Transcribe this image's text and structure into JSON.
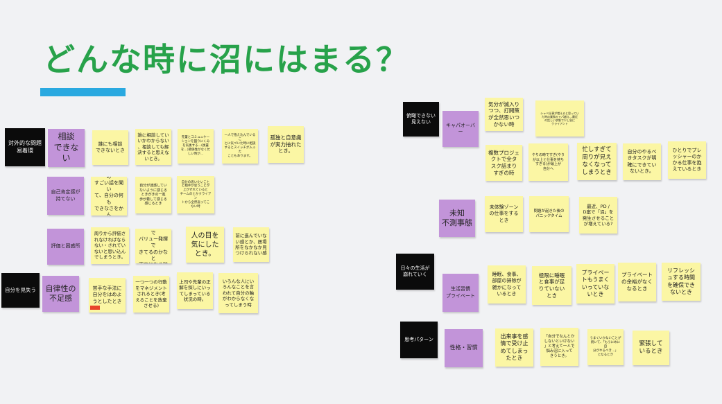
{
  "title": "どんな時に沼にはまる？",
  "colors": {
    "title": "#27a24a",
    "underline": "#2aa9e0",
    "sticky_yellow": "#fbf6a4",
    "sticky_purple": "#c294d9",
    "sticky_black": "#0b0b0b",
    "red_tag": "#e8452c"
  },
  "left": {
    "row1": {
      "header": "対外的な問題\n易着環",
      "category": "相談\nできない",
      "notes": [
        "誰にも相談\nできないとき",
        "誰に相談してい\nいかわからない\n、相談しても解\n決すると思えな\nいとき。",
        "先輩とコミュニケー\nションを図りにくみ\nを気後する…(後輩\nを…)関係性がなく忙\nしい時が…",
        "一人で抱え込んでいるこ\nとに気づいた時に相談\nするとスイッチが入った\nこともあります。",
        "孤独と自意識\nが実力抽れた\nとき。"
      ]
    },
    "row2": {
      "category": "自己肯定感が\n持てない",
      "notes": [
        "すごい人たちの\nすごい話を聞い\nて、自分の何も\nできなさをかん\nじたとき",
        "自分が迷惑してい\nないように感じる\nときがきの一進\n歩が着して感じる\n感じるとき",
        "自分の思いたいこと\nと相手が思うことが\n上がずれていると\nチームのとかクライアン\nトから全然返ってこ\nない時"
      ]
    },
    "row3": {
      "category": "評価と困惑所",
      "notes": [
        "周りから評価さ\nれなければなら\nない・されてい\nないと思い込ん\nでしまうとき。",
        "自分って仕事で\nバリュー発揮で\nきてるのかなと\n不安になる時",
        "人の目を\n気にした\nとき。",
        "前に進んでいな\nい感とか、居場\n所をなかなか見\nつけられない感"
      ]
    },
    "row4": {
      "header": "自分を見失う",
      "category": "自律性の\n不足感",
      "notes": [
        "苦手な手法に\n自分をはめよ\nうとしたとき",
        "一つ一つの行動\nをマネジメント\nされるとき(考\nえることを放棄\nさせる)",
        "上司や先輩の正\n解を探しにいっ\nてしまっている\n状況の時。",
        "いろんな人にい\nろんなことを言\nわれて自分の軸\nがわからなくな\nってしまう時"
      ]
    }
  },
  "right": {
    "row1": {
      "header": "俯瞰できない\n見えない",
      "category": "キャパオーバー",
      "notes_top": [
        "気分が滅入り\nつつ、打開策\nが全然思いつ\nかない時",
        "シャベ仕事が増えると思ってい\nた時の業務キャパ越え…最近\nの話しい状態で少し急に\nクライアント"
      ],
      "notes_bottom": [
        "複数プロジェ\nクトで全タ\nスク詰まり\nすぎの時",
        "やりの時ですぎ(やり\nが以上と仕事を持ち\nすぎる)が最上が\n自分へ",
        "忙しすぎて\n周りが見え\nなくなって\nしまうとき",
        "自分のやるべ\nきタスクが明\n確にできてい\nないとき。",
        "ひとりでプレ\nッシャーのか\nかる仕事を抱\nえているとき"
      ]
    },
    "row2": {
      "category": "未知\n不測事態",
      "notes": [
        "未体験ゾーン\nの仕事をする\nとき",
        "問題が起きた後の\nパニックタイム",
        "最近、PD /\nD案で「沼」を\n発生させること\nが増えている?"
      ]
    },
    "row3": {
      "header": "日々の生活が\n崩れていく",
      "category": "生活習慣\nプライベート",
      "notes": [
        "睡眠、食事、\n部屋の掃除が\n雑かになって\nいるとき",
        "極限に睡眠\nと食事が足\nりていない\nとき",
        "プライベー\nトもうまく\nいっていな\nいとき",
        "プライベート\nの余裕がなく\nなるとき",
        "リフレッシ\nュする時間\nを確保でき\nないとき"
      ]
    },
    "row4": {
      "header": "思考パターン",
      "category": "性格・習慣",
      "notes": [
        "出来事を感\n情で受け止\nめてしまっ\nたとき",
        "「自分でなんとか\nしないといけない\n」と考えて一人で\n悩み沼に入って\nきうとき。",
        "うまくいかないことが続いて、「もうにめに自\n分がやるべき…」\nとなるとき",
        "緊張して\nいるとき"
      ]
    }
  }
}
